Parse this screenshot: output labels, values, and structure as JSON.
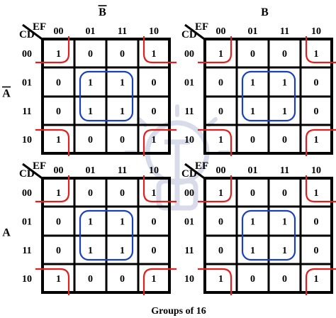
{
  "caption": "Groups of 16",
  "colors": {
    "grid": "#000000",
    "corner_group": "#e02020",
    "center_group": "#1a3fbf",
    "watermark": "#d8dcea"
  },
  "icons": {
    "watermark": "lightbulb-watermark-icon"
  },
  "maps": [
    {
      "label_top": "B",
      "label_top_overline": true,
      "label_side": "A",
      "label_side_overline": true,
      "row_var": "CD",
      "col_var": "EF",
      "col_codes": [
        "00",
        "01",
        "11",
        "10"
      ],
      "row_codes": [
        "00",
        "01",
        "11",
        "10"
      ],
      "cells": [
        [
          "1",
          "0",
          "0",
          "1"
        ],
        [
          "0",
          "1",
          "1",
          "0"
        ],
        [
          "0",
          "1",
          "1",
          "0"
        ],
        [
          "1",
          "0",
          "0",
          "1"
        ]
      ]
    },
    {
      "label_top": "B",
      "label_top_overline": false,
      "label_side": "",
      "label_side_overline": false,
      "row_var": "CD",
      "col_var": "EF",
      "col_codes": [
        "00",
        "01",
        "11",
        "10"
      ],
      "row_codes": [
        "00",
        "01",
        "11",
        "10"
      ],
      "cells": [
        [
          "1",
          "0",
          "0",
          "1"
        ],
        [
          "0",
          "1",
          "1",
          "0"
        ],
        [
          "0",
          "1",
          "1",
          "0"
        ],
        [
          "1",
          "0",
          "0",
          "1"
        ]
      ]
    },
    {
      "label_top": "",
      "label_top_overline": false,
      "label_side": "A",
      "label_side_overline": false,
      "row_var": "CD",
      "col_var": "EF",
      "col_codes": [
        "00",
        "01",
        "11",
        "10"
      ],
      "row_codes": [
        "00",
        "01",
        "11",
        "10"
      ],
      "cells": [
        [
          "1",
          "0",
          "0",
          "1"
        ],
        [
          "0",
          "1",
          "1",
          "0"
        ],
        [
          "0",
          "1",
          "1",
          "0"
        ],
        [
          "1",
          "0",
          "0",
          "1"
        ]
      ]
    },
    {
      "label_top": "",
      "label_top_overline": false,
      "label_side": "",
      "label_side_overline": false,
      "row_var": "CD",
      "col_var": "EF",
      "col_codes": [
        "00",
        "01",
        "11",
        "10"
      ],
      "row_codes": [
        "00",
        "01",
        "11",
        "10"
      ],
      "cells": [
        [
          "1",
          "0",
          "0",
          "1"
        ],
        [
          "0",
          "1",
          "1",
          "0"
        ],
        [
          "0",
          "1",
          "1",
          "0"
        ],
        [
          "1",
          "0",
          "0",
          "1"
        ]
      ]
    }
  ]
}
